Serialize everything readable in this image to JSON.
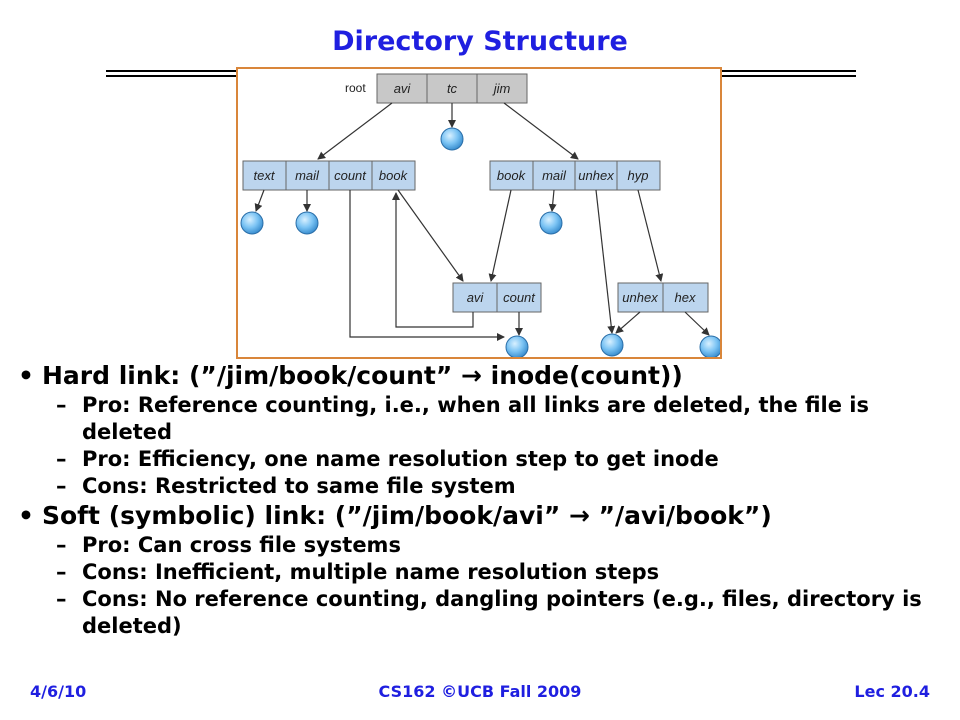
{
  "slide": {
    "title": "Directory Structure"
  },
  "figure": {
    "root_label": "root",
    "root_entries": [
      "avi",
      "tc",
      "jim"
    ],
    "left_dir_entries": [
      "text",
      "mail",
      "count",
      "book"
    ],
    "right_dir_entries": [
      "book",
      "mail",
      "unhex",
      "hyp"
    ],
    "avi_dir_entries": [
      "avi",
      "count"
    ],
    "hyp_dir_entries": [
      "unhex",
      "hex"
    ]
  },
  "bullets": [
    {
      "text": "Hard link: (”/jim/book/count” → inode(count))",
      "subs": [
        "Pro: Reference counting, i.e., when all links are deleted, the file is deleted",
        "Pro: Efficiency, one name resolution step to get inode",
        "Cons: Restricted to same file system"
      ]
    },
    {
      "text": "Soft (symbolic) link: (”/jim/book/avi” → ”/avi/book”)",
      "subs": [
        "Pro: Can cross file systems",
        "Cons: Inefficient, multiple name resolution steps",
        "Cons: No reference counting, dangling pointers (e.g., files, directory is deleted)"
      ]
    }
  ],
  "footer": {
    "date": "4/6/10",
    "course": "CS162 ©UCB Fall 2009",
    "lecture": "Lec 20.4"
  },
  "colors": {
    "title": "#1f1fe0",
    "box_gray": "#c8c8c8",
    "box_blue": "#bcd5ee",
    "file_node": "#7cc4f4",
    "frame": "#d9863a"
  }
}
